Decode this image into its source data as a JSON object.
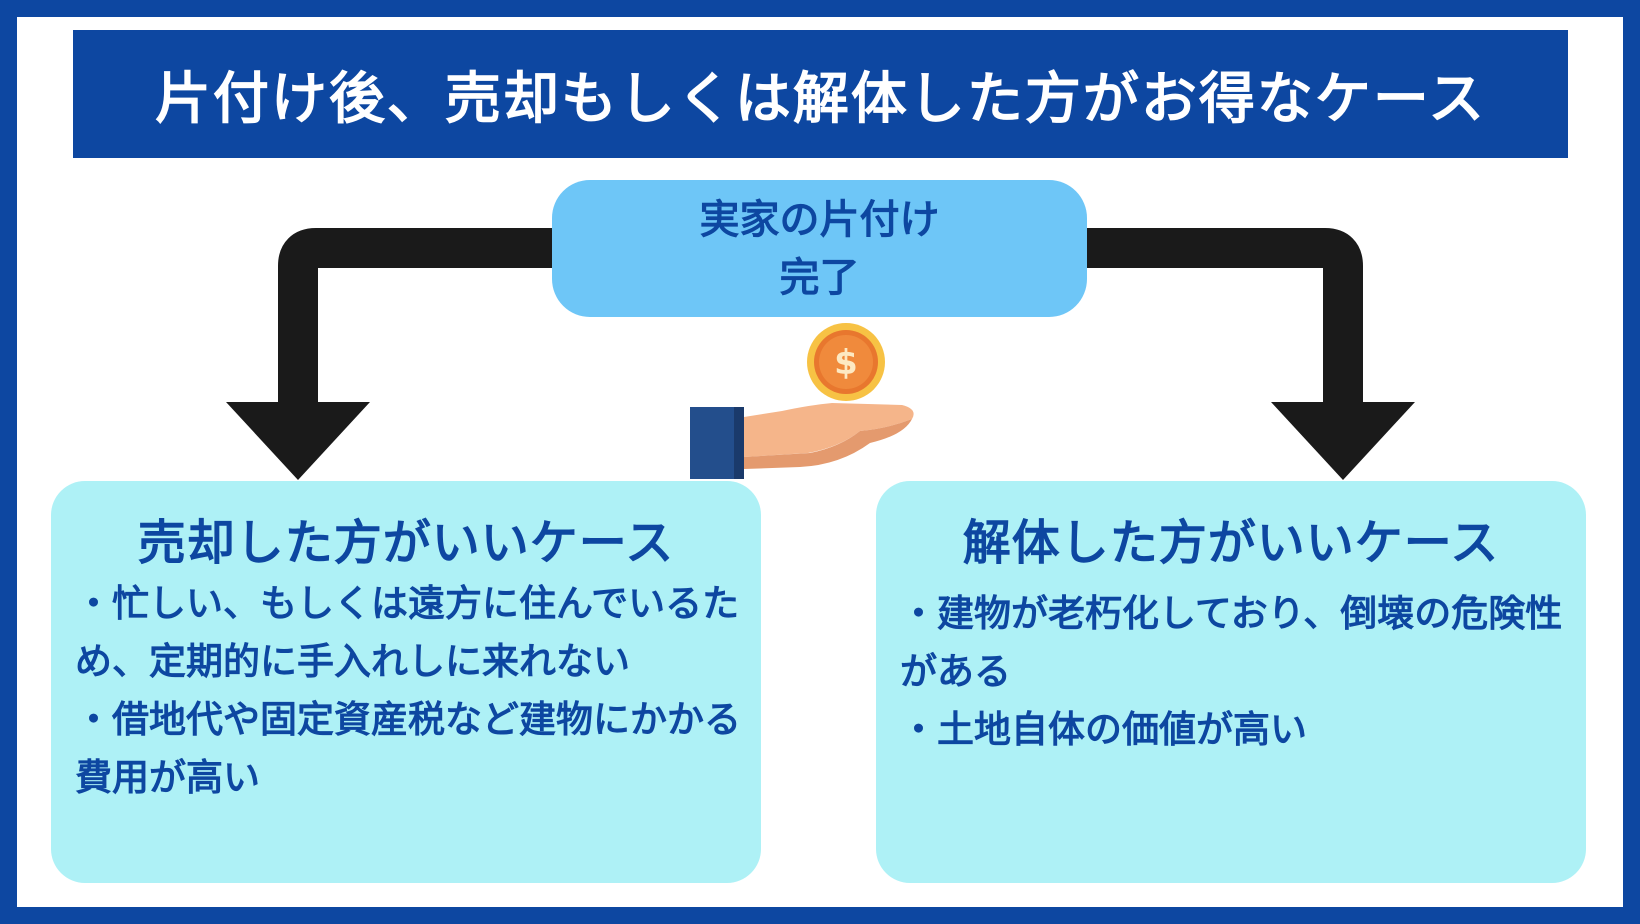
{
  "header": {
    "title": "片付け後、売却もしくは解体した方がお得なケース"
  },
  "top_node": {
    "line1": "実家の片付け",
    "line2": "完了"
  },
  "left_case": {
    "title": "売却した方がいいケース",
    "items": [
      "・忙しい、もしくは遠方に住んでいるため、定期的に手入れしに来れない",
      "・借地代や固定資産税など建物にかかる費用が高い"
    ]
  },
  "right_case": {
    "title": "解体した方がいいケース",
    "items": [
      "・建物が老朽化しており、倒壊の危険性がある",
      "・土地自体の価値が高い"
    ]
  },
  "icons": {
    "coin": "dollar-coin-icon",
    "hand": "open-hand-icon",
    "arrows": [
      "arrow-down-left-icon",
      "arrow-down-right-icon"
    ]
  },
  "colors": {
    "brand": "#0d47a1",
    "top_box": "#6ec6f7",
    "case_box": "#aef1f6",
    "arrow": "#1a1a1a",
    "coin": "#f5a623"
  }
}
